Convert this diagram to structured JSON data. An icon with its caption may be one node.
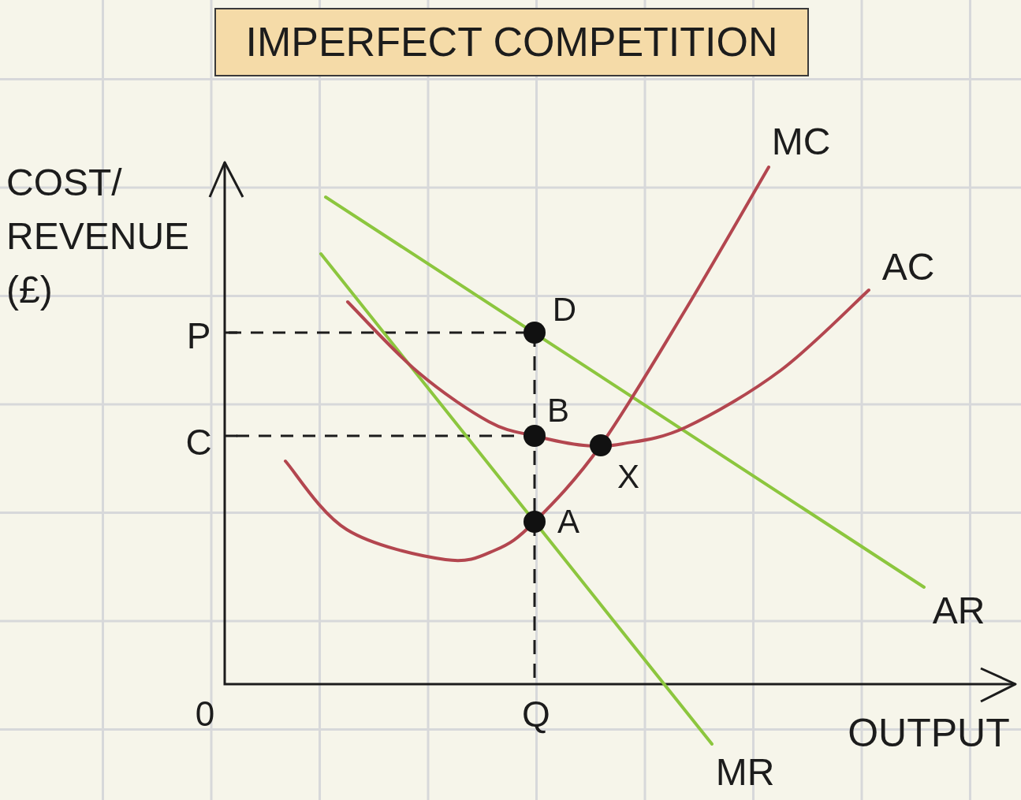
{
  "diagram": {
    "title": "IMPERFECT COMPETITION",
    "labels": [
      "MC",
      "COST/ REVENUE (£)",
      "AC",
      "D",
      "P",
      "B",
      "C",
      "X",
      "A",
      "AR",
      "0",
      "Q",
      "OUTPUT",
      "MR"
    ]
  }
}
